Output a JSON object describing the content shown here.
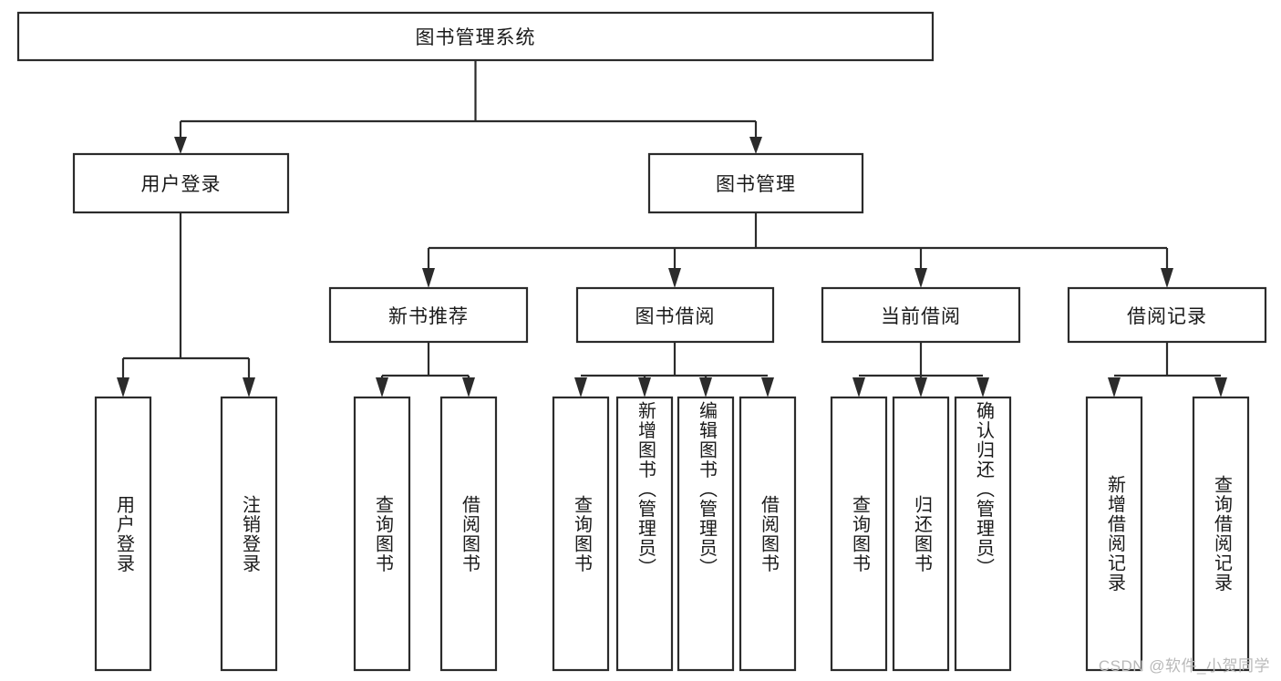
{
  "diagram": {
    "type": "tree-hierarchy-chart",
    "title": "图书管理系统",
    "watermark": "CSDN @软件_小贺同学",
    "colors": {
      "stroke": "#2b2b2b",
      "fill": "#ffffff",
      "text": "#1a1a1a",
      "background": "#ffffff",
      "watermark": "#b9b9b9"
    },
    "levels": [
      {
        "level": 1,
        "nodes": [
          {
            "id": "root",
            "label": "图书管理系统",
            "orientation": "horizontal"
          }
        ]
      },
      {
        "level": 2,
        "nodes": [
          {
            "id": "user-login",
            "label": "用户登录",
            "orientation": "horizontal",
            "parent": "root"
          },
          {
            "id": "book-manage",
            "label": "图书管理",
            "orientation": "horizontal",
            "parent": "root"
          }
        ]
      },
      {
        "level": 3,
        "nodes": [
          {
            "id": "new-book-rec",
            "label": "新书推荐",
            "orientation": "horizontal",
            "parent": "book-manage"
          },
          {
            "id": "book-borrow",
            "label": "图书借阅",
            "orientation": "horizontal",
            "parent": "book-manage"
          },
          {
            "id": "current-borrow",
            "label": "当前借阅",
            "orientation": "horizontal",
            "parent": "book-manage"
          },
          {
            "id": "borrow-record",
            "label": "借阅记录",
            "orientation": "horizontal",
            "parent": "book-manage"
          }
        ]
      },
      {
        "level": 4,
        "nodes": [
          {
            "id": "leaf-user-login",
            "label": "用户登录",
            "orientation": "vertical",
            "parent": "user-login"
          },
          {
            "id": "leaf-logout-login",
            "label": "注销登录",
            "orientation": "vertical",
            "parent": "user-login"
          },
          {
            "id": "leaf-query-book-1",
            "label": "查询图书",
            "orientation": "vertical",
            "parent": "new-book-rec"
          },
          {
            "id": "leaf-borrow-book-1",
            "label": "借阅图书",
            "orientation": "vertical",
            "parent": "new-book-rec"
          },
          {
            "id": "leaf-query-book-2",
            "label": "查询图书",
            "orientation": "vertical",
            "parent": "book-borrow"
          },
          {
            "id": "leaf-add-book",
            "label": "新增图书（管理员）",
            "orientation": "vertical",
            "parent": "book-borrow"
          },
          {
            "id": "leaf-edit-book",
            "label": "编辑图书（管理员）",
            "orientation": "vertical",
            "parent": "book-borrow"
          },
          {
            "id": "leaf-borrow-book-2",
            "label": "借阅图书",
            "orientation": "vertical",
            "parent": "book-borrow"
          },
          {
            "id": "leaf-query-book-3",
            "label": "查询图书",
            "orientation": "vertical",
            "parent": "current-borrow"
          },
          {
            "id": "leaf-return-book",
            "label": "归还图书",
            "orientation": "vertical",
            "parent": "current-borrow"
          },
          {
            "id": "leaf-confirm-return",
            "label": "确认归还（管理员）",
            "orientation": "vertical",
            "parent": "current-borrow"
          },
          {
            "id": "leaf-add-record",
            "label": "新增借阅记录",
            "orientation": "vertical",
            "parent": "borrow-record"
          },
          {
            "id": "leaf-query-record",
            "label": "查询借阅记录",
            "orientation": "vertical",
            "parent": "borrow-record"
          }
        ]
      }
    ]
  }
}
